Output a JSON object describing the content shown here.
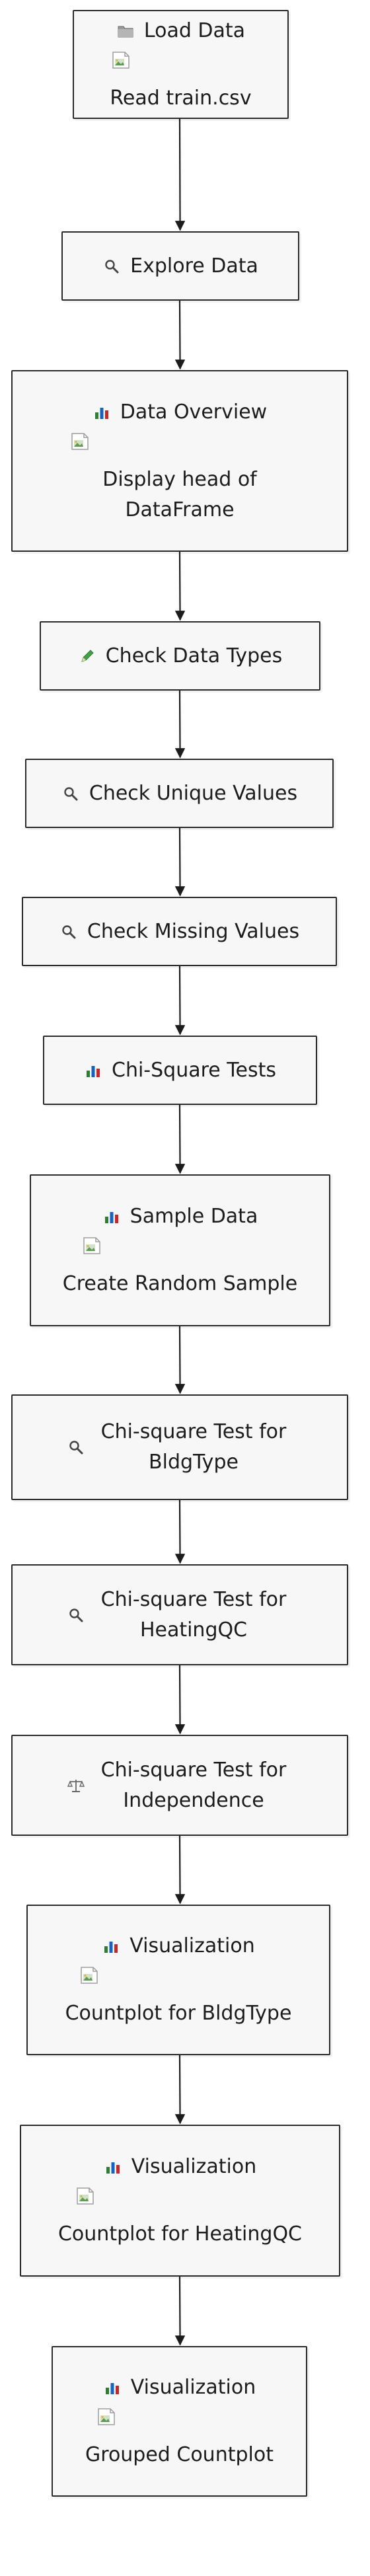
{
  "diagram": {
    "nodes": [
      {
        "id": "load-data",
        "icon": "folder-icon",
        "title": "Load Data",
        "has_image": true,
        "desc": "Read train.csv"
      },
      {
        "id": "explore-data",
        "icon": "magnifier-icon",
        "title": "Explore Data",
        "has_image": false,
        "desc": ""
      },
      {
        "id": "data-overview",
        "icon": "bar-chart-icon",
        "title": "Data Overview",
        "has_image": true,
        "desc": "Display head of DataFrame"
      },
      {
        "id": "check-data-types",
        "icon": "pencil-icon",
        "title": "Check Data Types",
        "has_image": false,
        "desc": ""
      },
      {
        "id": "check-unique-values",
        "icon": "magnifier-icon",
        "title": "Check Unique Values",
        "has_image": false,
        "desc": ""
      },
      {
        "id": "check-missing-values",
        "icon": "magnifier-icon",
        "title": "Check Missing Values",
        "has_image": false,
        "desc": ""
      },
      {
        "id": "chi-square-tests",
        "icon": "bar-chart-icon",
        "title": "Chi-Square Tests",
        "has_image": false,
        "desc": ""
      },
      {
        "id": "sample-data",
        "icon": "bar-chart-icon",
        "title": "Sample Data",
        "has_image": true,
        "desc": "Create Random Sample"
      },
      {
        "id": "chi-square-bldgtype",
        "icon": "magnifier-icon",
        "title": "Chi-square Test for BldgType",
        "has_image": false,
        "desc": ""
      },
      {
        "id": "chi-square-heatingqc",
        "icon": "magnifier-icon",
        "title": "Chi-square Test for HeatingQC",
        "has_image": false,
        "desc": ""
      },
      {
        "id": "chi-square-independence",
        "icon": "scales-icon",
        "title": "Chi-square Test for Independence",
        "has_image": false,
        "desc": ""
      },
      {
        "id": "visualization-bldgtype",
        "icon": "bar-chart-icon",
        "title": "Visualization",
        "has_image": true,
        "desc": "Countplot for BldgType"
      },
      {
        "id": "visualization-heatingqc",
        "icon": "bar-chart-icon",
        "title": "Visualization",
        "has_image": true,
        "desc": "Countplot for HeatingQC"
      },
      {
        "id": "visualization-grouped",
        "icon": "bar-chart-icon",
        "title": "Visualization",
        "has_image": true,
        "desc": "Grouped Countplot"
      }
    ],
    "colors": {
      "border": "#2a2a2a",
      "fill": "#f7f7f7",
      "text": "#1c1c1c",
      "arrow": "#1c1c1c"
    }
  }
}
